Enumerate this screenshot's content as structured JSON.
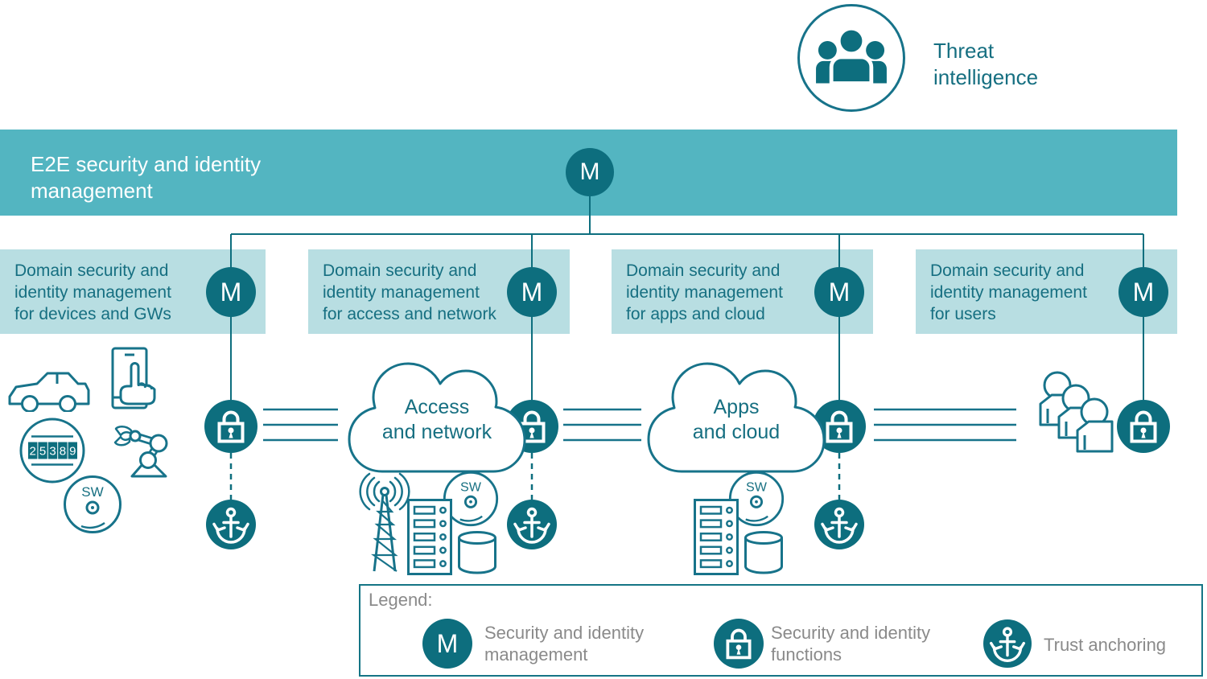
{
  "colors": {
    "accent_dark": "#0d6e7e",
    "banner_teal": "#53b5c1",
    "panel_light": "#b8dee2",
    "outline_teal": "#17738a",
    "text_teal": "#166f81",
    "legend_gray": "#8a8a8a"
  },
  "threat": {
    "lines": [
      "Threat",
      "intelligence"
    ]
  },
  "banner": {
    "lines": [
      "E2E security and identity",
      "management"
    ]
  },
  "symbols": {
    "management": "M",
    "software": "SW"
  },
  "domains": [
    {
      "lines": [
        "Domain security and",
        "identity management",
        "for devices and GWs"
      ]
    },
    {
      "lines": [
        "Domain security and",
        "identity management",
        "for access and network"
      ]
    },
    {
      "lines": [
        "Domain security and",
        "identity management",
        "for apps and cloud"
      ]
    },
    {
      "lines": [
        "Domain security and",
        "identity management",
        "for users"
      ]
    }
  ],
  "clouds": [
    {
      "lines": [
        "Access",
        "and network"
      ]
    },
    {
      "lines": [
        "Apps",
        "and cloud"
      ]
    }
  ],
  "meter": {
    "digits": [
      "2",
      "5",
      "3",
      "8",
      "9"
    ]
  },
  "legend": {
    "title": "Legend:",
    "items": [
      {
        "icon": "m-circle",
        "lines": [
          "Security and identity",
          "management"
        ]
      },
      {
        "icon": "lock",
        "lines": [
          "Security and identity",
          "functions"
        ]
      },
      {
        "icon": "anchor",
        "lines": [
          "Trust anchoring"
        ]
      }
    ]
  }
}
